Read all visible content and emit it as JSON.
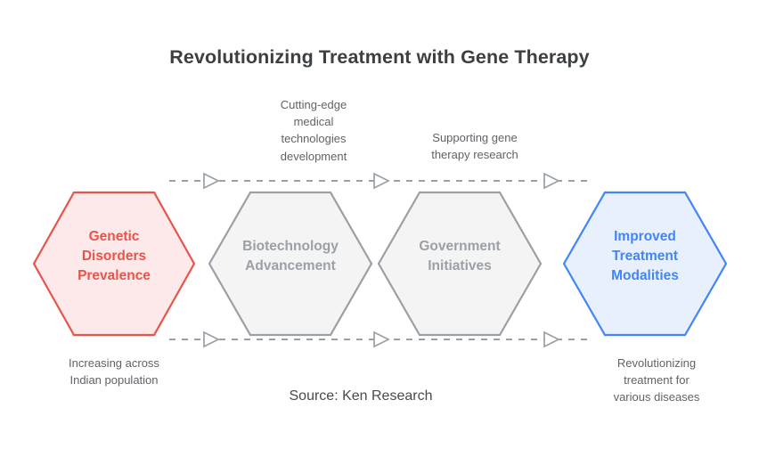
{
  "title": "Revolutionizing Treatment with Gene Therapy",
  "source_note": "Source: Ken Research",
  "colors": {
    "red_stroke": "#e8544a",
    "red_fill": "#fde9e9",
    "gray_stroke": "#9aa0a6",
    "gray_fill": "#f4f4f4",
    "blue_stroke": "#4285f4",
    "blue_fill": "#e8f0fe",
    "connector": "#9aa0a6",
    "title_text": "#3c4043",
    "caption_text": "#5f6368"
  },
  "nodes": [
    {
      "id": "genetic-disorders-prevalence",
      "label_lines": [
        "Genetic",
        "Disorders",
        "Prevalence"
      ],
      "theme": "red"
    },
    {
      "id": "biotechnology-advancement",
      "label_lines": [
        "Biotechnology",
        "Advancement"
      ],
      "theme": "gray"
    },
    {
      "id": "government-initiatives",
      "label_lines": [
        "Government",
        "Initiatives"
      ],
      "theme": "gray"
    },
    {
      "id": "improved-treatment-modalities",
      "label_lines": [
        "Improved",
        "Treatment",
        "Modalities"
      ],
      "theme": "blue"
    }
  ],
  "captions": {
    "top": [
      {
        "id": "biotechnology-advancement-caption",
        "lines": [
          "Cutting-edge",
          "medical",
          "technologies",
          "development"
        ]
      },
      {
        "id": "government-initiatives-caption",
        "lines": [
          "Supporting gene",
          "therapy research"
        ]
      }
    ],
    "bottom": [
      {
        "id": "genetic-disorders-prevalence-caption",
        "lines": [
          "Increasing across",
          "Indian population"
        ]
      },
      {
        "id": "improved-treatment-modalities-caption",
        "lines": [
          "Revolutionizing",
          "treatment for",
          "various diseases"
        ]
      }
    ]
  },
  "connectors": {
    "style": "dashed",
    "arrow_style": "hollow-triangle",
    "top_line_label": "top-flow-connector",
    "bottom_line_label": "bottom-flow-connector"
  }
}
